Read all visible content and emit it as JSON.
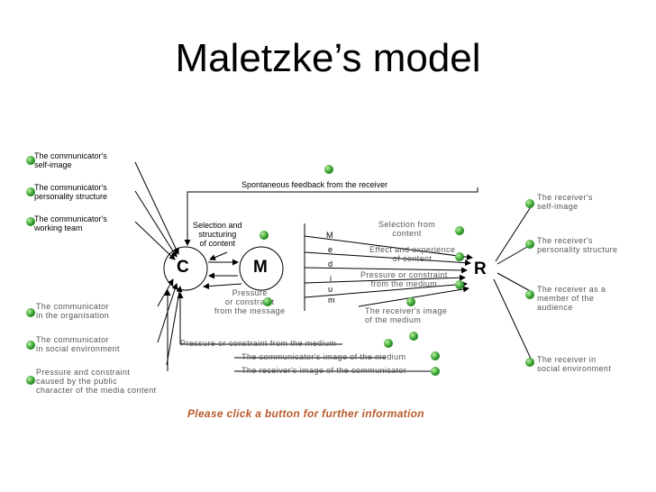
{
  "title": "Maletzke’s model",
  "nodes": {
    "c": "C",
    "m": "M",
    "r": "R"
  },
  "labels": {
    "comm_self_image": "The communicator's\nself-image",
    "comm_personality": "The communicator's\npersonality structure",
    "comm_team": "The communicator's\nworking team",
    "comm_organisation": "The communicator\nin the organisation",
    "comm_social": "The communicator\nin social environment",
    "public_pressure": "Pressure and constraint\ncaused by the public\ncharacter of the media content",
    "selection_structuring": "Selection and\nstructuring\nof content",
    "pressure_message": "Pressure\nor constraint\nfrom the message",
    "spontaneous_feedback": "Spontaneous feedback from the receiver",
    "selection_content": "Selection from\ncontent",
    "effect_experience": "Effect and experience\nof content",
    "pressure_medium_r": "Pressure or constraint\nfrom the medium",
    "receiver_image_medium": "The receiver's image\nof the medium",
    "pressure_medium_c": "Pressure or constraint from the medium",
    "comm_image_medium": "The communicator's image of the medium",
    "receiver_image_comm": "The receiver's image of the communicator",
    "recv_self_image": "The receiver's\nself-image",
    "recv_personality": "The receiver's\npersonality structure",
    "recv_audience": "The receiver as a\nmember of the\naudience",
    "recv_social": "The receiver in\nsocial environment",
    "medium_letters": [
      "M",
      "e",
      "d",
      "i",
      "u",
      "m"
    ]
  },
  "footer": "Please click a button for further information",
  "colors": {
    "button": "#2e9a2a",
    "footer": "#b85a2a"
  }
}
